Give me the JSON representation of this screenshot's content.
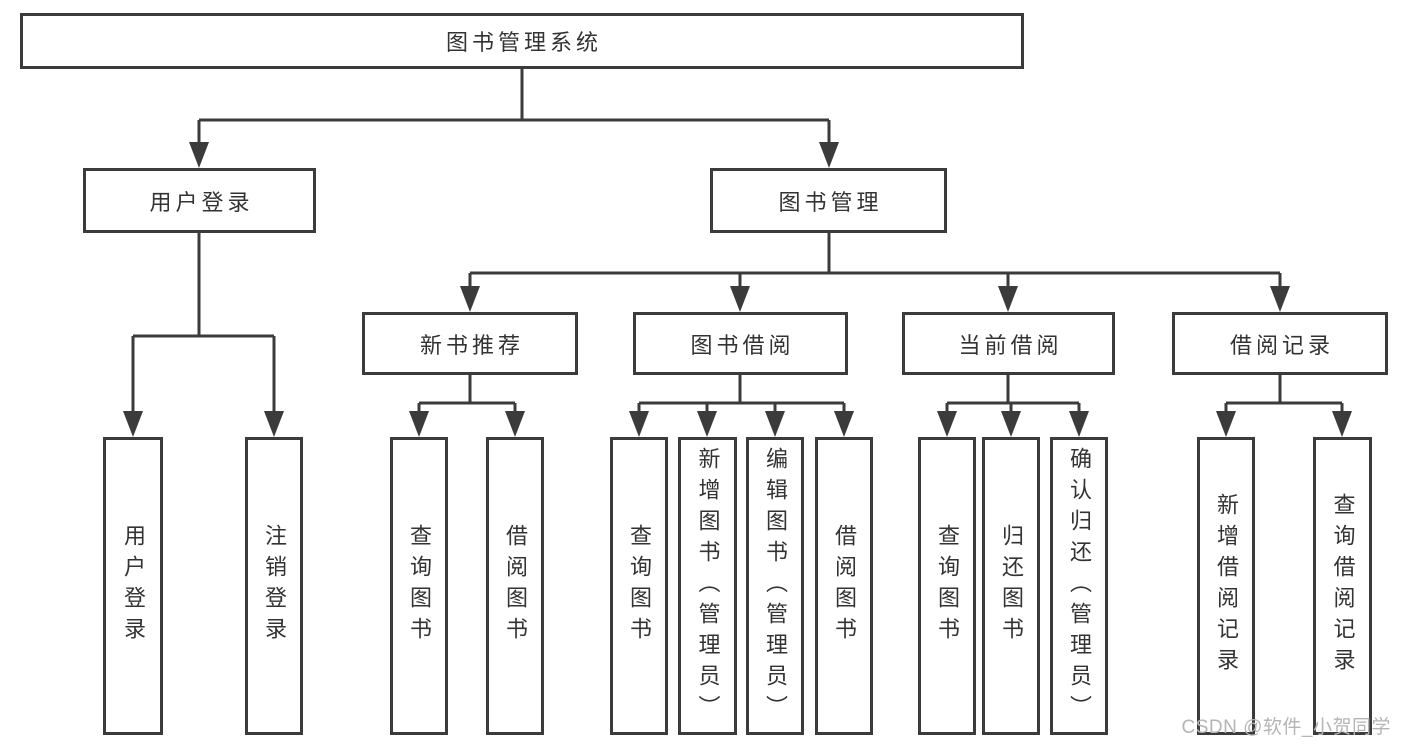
{
  "chart": {
    "root": {
      "label": "图书管理系统"
    },
    "branches": [
      {
        "label": "用户登录",
        "children": [
          {
            "label": "用户登录"
          },
          {
            "label": "注销登录"
          }
        ]
      },
      {
        "label": "图书管理",
        "children": [
          {
            "label": "新书推荐",
            "children": [
              {
                "label": "查询图书"
              },
              {
                "label": "借阅图书"
              }
            ]
          },
          {
            "label": "图书借阅",
            "children": [
              {
                "label": "查询图书"
              },
              {
                "label": "新增图书（管理员）"
              },
              {
                "label": "编辑图书（管理员）"
              },
              {
                "label": "借阅图书"
              }
            ]
          },
          {
            "label": "当前借阅",
            "children": [
              {
                "label": "查询图书"
              },
              {
                "label": "归还图书"
              },
              {
                "label": "确认归还（管理员）"
              }
            ]
          },
          {
            "label": "借阅记录",
            "children": [
              {
                "label": "新增借阅记录"
              },
              {
                "label": "查询借阅记录"
              }
            ]
          }
        ]
      }
    ]
  },
  "watermark": {
    "text": "CSDN @软件_小贺同学"
  },
  "colors": {
    "line": "#3b3b3b",
    "text": "#333333",
    "watermark": "#b5b5b5",
    "background": "#ffffff"
  }
}
